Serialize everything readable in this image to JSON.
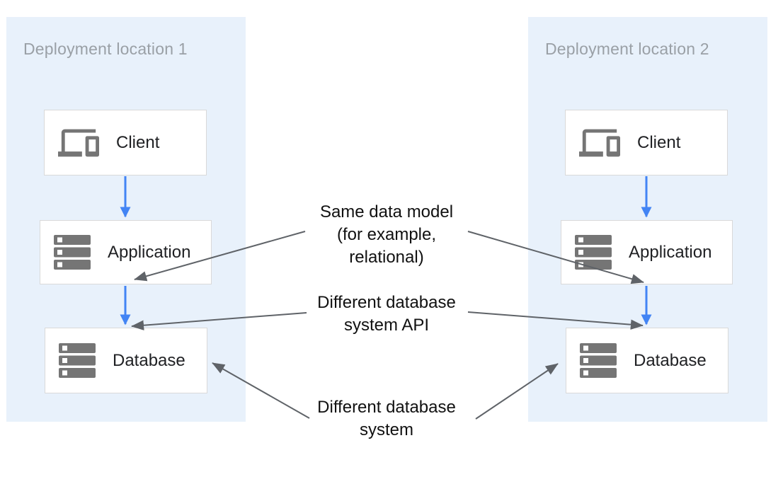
{
  "colors": {
    "panel_bg": "#e8f1fb",
    "node_bg": "#ffffff",
    "node_border": "#d9d9d9",
    "panel_title": "#9aa0a6",
    "node_label": "#202124",
    "annotation_text": "#111111",
    "flow_arrow_blue": "#4284f4",
    "annotation_arrow_gray": "#5f6368",
    "icon_gray": "#757575"
  },
  "locations": [
    {
      "title": "Deployment location 1",
      "nodes": [
        {
          "label": "Client",
          "icon": "devices-icon"
        },
        {
          "label": "Application",
          "icon": "server-stack-icon"
        },
        {
          "label": "Database",
          "icon": "server-stack-icon"
        }
      ]
    },
    {
      "title": "Deployment location 2",
      "nodes": [
        {
          "label": "Client",
          "icon": "devices-icon"
        },
        {
          "label": "Application",
          "icon": "server-stack-icon"
        },
        {
          "label": "Database",
          "icon": "server-stack-icon"
        }
      ]
    }
  ],
  "annotations": [
    {
      "lines": [
        "Same data model",
        "(for example,",
        "relational)"
      ]
    },
    {
      "lines": [
        "Different database",
        "system API"
      ]
    },
    {
      "lines": [
        "Different database",
        "system"
      ]
    }
  ]
}
